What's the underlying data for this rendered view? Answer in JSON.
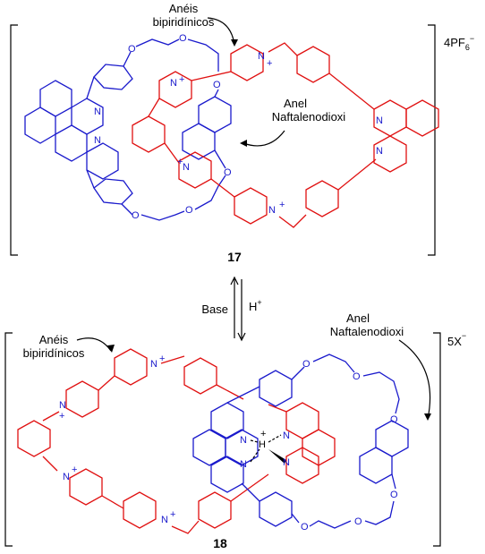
{
  "top": {
    "label_bipyridinium": [
      "Anéis",
      "bipiridínicos"
    ],
    "label_naphthalene": [
      "Anel",
      "Naftalenodioxi"
    ],
    "counterion": "4PF",
    "counterion_sub": "6",
    "counterion_sup": "−",
    "compound_number": "17"
  },
  "equilibrium": {
    "left_label": "Base",
    "right_label": "H",
    "right_label_sup": "+"
  },
  "bottom": {
    "label_bipyridinium": [
      "Anéis",
      "bipiridínicos"
    ],
    "label_naphthalene": [
      "Anel",
      "Naftalenodioxi"
    ],
    "counterion": "5X",
    "counterion_sup": "−",
    "compound_number": "18"
  },
  "atoms": {
    "N": "N",
    "O": "O",
    "H": "H",
    "plus": "+"
  },
  "colors": {
    "blue": "#1a1acc",
    "red": "#e01010",
    "black": "#000000"
  }
}
